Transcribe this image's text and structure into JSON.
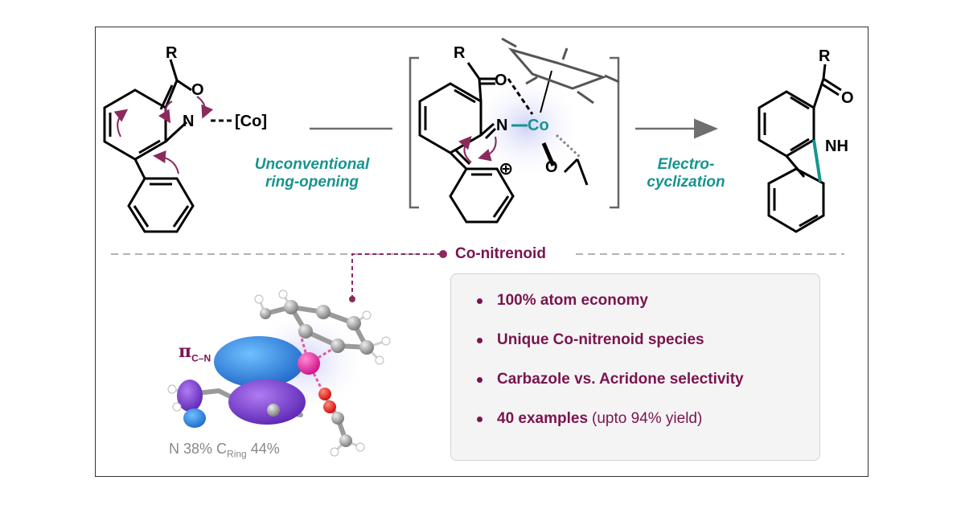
{
  "scheme": {
    "left_molecule": {
      "r": "R",
      "o": "O",
      "n": "N",
      "co": "[Co]"
    },
    "middle_molecule": {
      "r": "R",
      "o1": "O",
      "n": "N",
      "co": "Co",
      "o2": "O",
      "plus": "⊕"
    },
    "right_molecule": {
      "r": "R",
      "o": "O",
      "nh": "NH"
    },
    "step1_label_line1": "Unconventional",
    "step1_label_line2": "ring-opening",
    "step2_label_line1": "Electro-",
    "step2_label_line2": "cyclization"
  },
  "callout": {
    "title": "Co-nitrenoid"
  },
  "orbital": {
    "pi_symbol": "π",
    "pi_subscript": "C–N",
    "n_percent": "N 38%",
    "c_symbol": "C",
    "c_subscript": "Ring",
    "c_percent": "44%"
  },
  "highlights": [
    {
      "bold": "100% atom economy",
      "normal": ""
    },
    {
      "bold": "Unique Co-nitrenoid species",
      "normal": ""
    },
    {
      "bold": "Carbazole vs. Acridone selectivity",
      "normal": ""
    },
    {
      "bold": "40 examples",
      "normal": "(upto 94% yield)"
    }
  ],
  "colors": {
    "teal": "#17948f",
    "maroon": "#7a1450",
    "arrow": "#6e6e6e"
  }
}
